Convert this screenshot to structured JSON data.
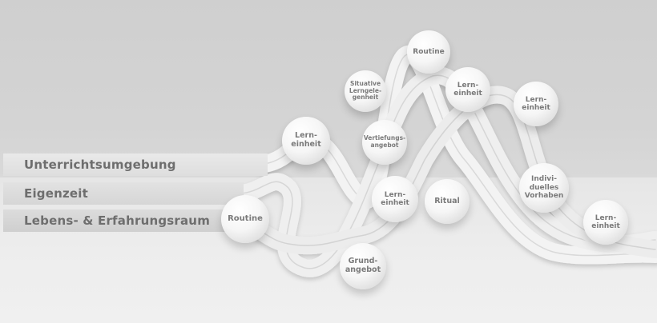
{
  "bands": [
    {
      "label": "Unterrichtsumgebung"
    },
    {
      "label": "Eigenzeit"
    },
    {
      "label": "Lebens- & Erfahrungsraum"
    }
  ],
  "spheres": [
    {
      "label": "Routine"
    },
    {
      "label": "Situative\nLerngele-\ngenheit"
    },
    {
      "label": "Lern-\neinheit"
    },
    {
      "label": "Lern-\neinheit"
    },
    {
      "label": "Lern-\neinheit"
    },
    {
      "label": "Vertiefungs-\nangebot"
    },
    {
      "label": "Lern-\neinheit"
    },
    {
      "label": "Ritual"
    },
    {
      "label": "Indivi-\nduelles\nVorhaben"
    },
    {
      "label": "Lern-\neinheit"
    },
    {
      "label": "Routine"
    },
    {
      "label": "Grund-\nangebot"
    }
  ],
  "colors": {
    "background": "#d4d4d4",
    "ribbon": "#f2f2f2",
    "label_text": "#6e6e6e"
  }
}
